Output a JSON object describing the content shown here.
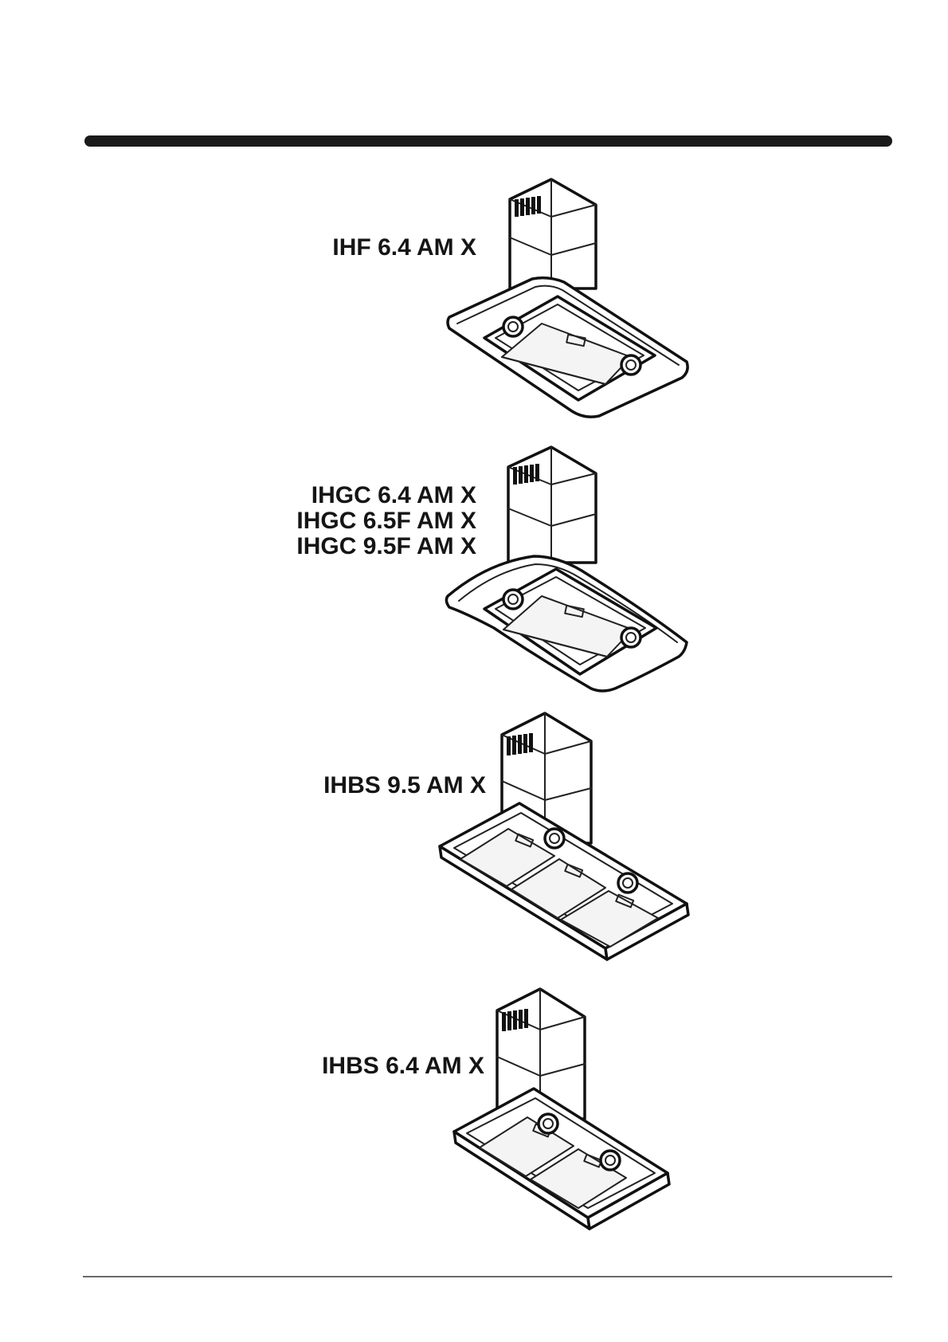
{
  "models": [
    {
      "id": "hood-1",
      "labels": [
        "IHF 6.4 AM X"
      ],
      "style": "flat-glass"
    },
    {
      "id": "hood-2",
      "labels": [
        "IHGC 6.4 AM X",
        "IHGC 6.5F AM X",
        "IHGC 9.5F AM X"
      ],
      "style": "curved-glass"
    },
    {
      "id": "hood-3",
      "labels": [
        "IHBS 9.5 AM X"
      ],
      "style": "box-three-filter"
    },
    {
      "id": "hood-4",
      "labels": [
        "IHBS 6.4 AM X"
      ],
      "style": "box-two-filter"
    }
  ]
}
